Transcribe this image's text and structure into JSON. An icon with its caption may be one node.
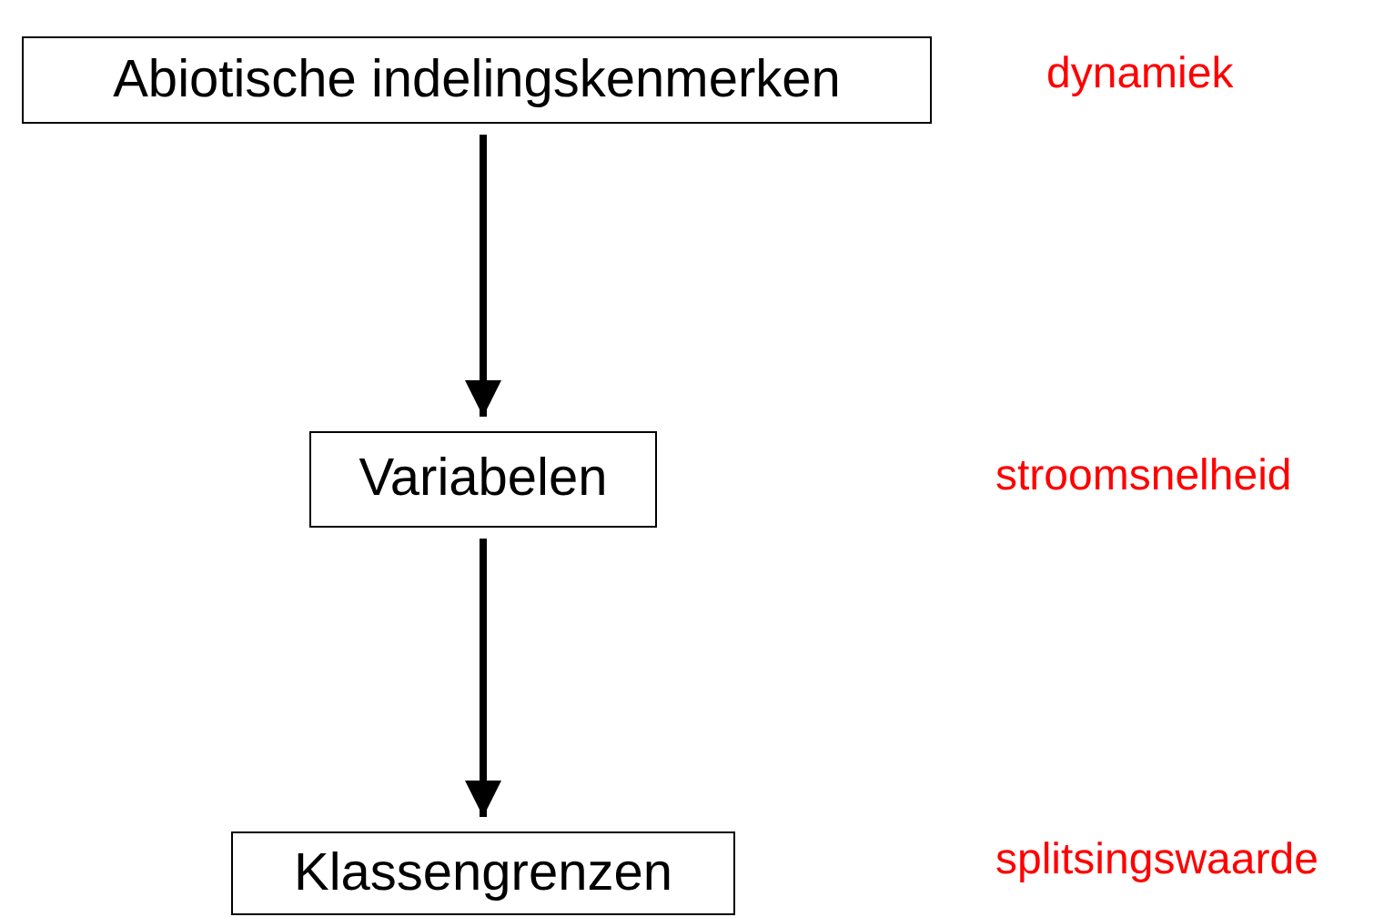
{
  "diagram": {
    "nodes": [
      {
        "text": [
          "Abiotische indelingskenmerken"
        ]
      },
      {
        "text": [
          "Variabelen"
        ]
      },
      {
        "text": [
          "Klassengrenzen"
        ]
      }
    ],
    "edges": [
      {
        "from": 0,
        "to": 1,
        "arrow": "to"
      },
      {
        "from": 1,
        "to": 2,
        "arrow": "to"
      }
    ],
    "labels": [
      "dynamiek",
      "stroomsnelheid",
      "splitsingswaarde"
    ]
  }
}
